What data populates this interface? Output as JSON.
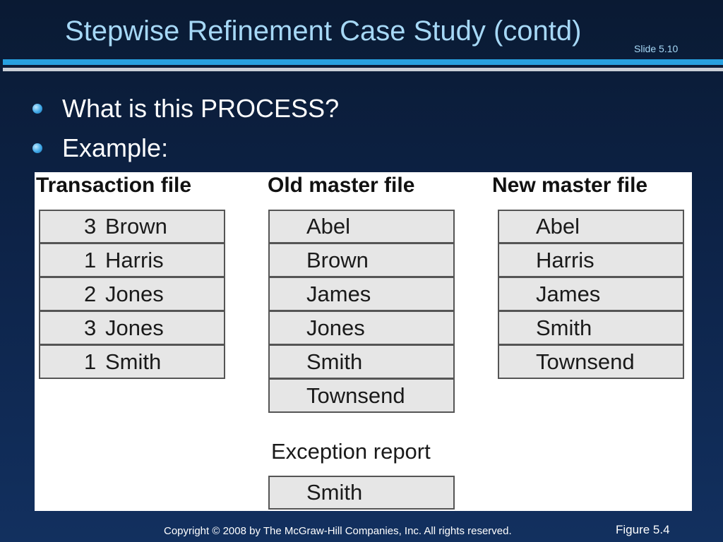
{
  "slide": {
    "title": "Stepwise Refinement Case Study (contd)",
    "slide_number": "Slide 5.10"
  },
  "bullets": [
    "What is this PROCESS?",
    "Example:"
  ],
  "figure": {
    "transaction_file": {
      "heading": "Transaction file",
      "rows": [
        {
          "code": "3",
          "name": "Brown"
        },
        {
          "code": "1",
          "name": "Harris"
        },
        {
          "code": "2",
          "name": "Jones"
        },
        {
          "code": "3",
          "name": "Jones"
        },
        {
          "code": "1",
          "name": "Smith"
        }
      ]
    },
    "old_master_file": {
      "heading": "Old master file",
      "rows": [
        "Abel",
        "Brown",
        "James",
        "Jones",
        "Smith",
        "Townsend"
      ]
    },
    "new_master_file": {
      "heading": "New master file",
      "rows": [
        "Abel",
        "Harris",
        "James",
        "Smith",
        "Townsend"
      ]
    },
    "exception_report": {
      "heading": "Exception report",
      "rows": [
        "Smith"
      ]
    }
  },
  "footer": {
    "copyright": "Copyright © 2008 by The McGraw-Hill Companies, Inc.  All rights reserved.",
    "figure_label": "Figure 5.4"
  },
  "colors": {
    "title": "#a6d8f6",
    "accent_rule": "#27a0e0",
    "background": "#0d2348",
    "cell_fill": "#e6e6e6"
  }
}
